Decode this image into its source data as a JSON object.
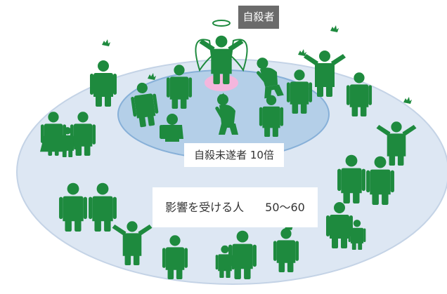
{
  "labels": {
    "suicide": "自殺者",
    "attempt": "自殺未遂者 10倍",
    "affected_text": "影響を受ける人",
    "affected_value": "50～60"
  },
  "colors": {
    "figure_green": "#1e8a3e",
    "outer_fill": "#dde7f3",
    "outer_stroke": "#c4d3e6",
    "inner_fill": "#b4cfe8",
    "inner_stroke": "#87b0d8",
    "pad_pink": "#f4b6dd",
    "label_dark_bg": "#6b6b6b"
  }
}
